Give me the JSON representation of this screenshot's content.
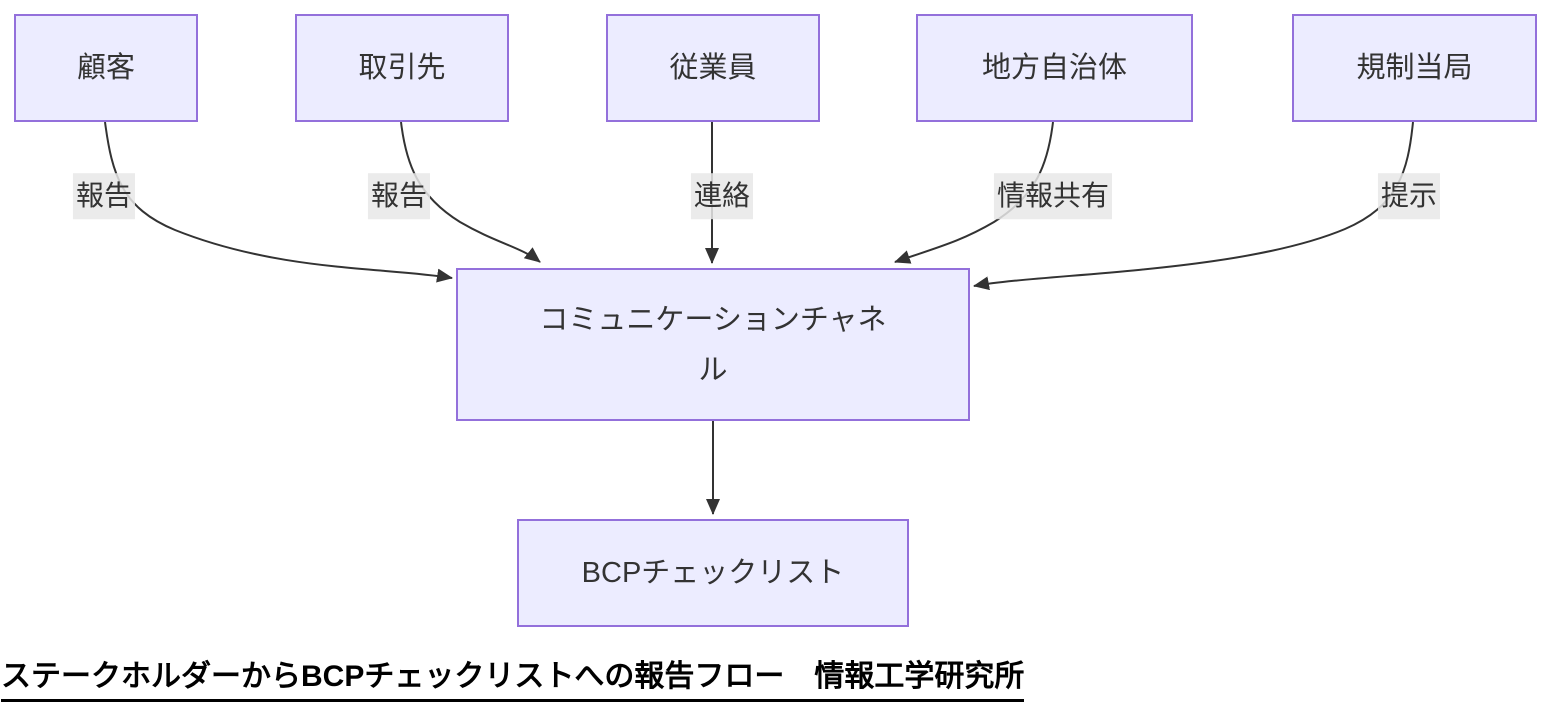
{
  "colors": {
    "background": "#ffffff",
    "node_fill": "#ECECFF",
    "node_border": "#9370DB",
    "edge_line": "#333333",
    "edge_label_background": "#e8e8e8",
    "node_text": "#333333",
    "caption_text": "#000000"
  },
  "nodes": {
    "customer": {
      "label": "顧客"
    },
    "supplier": {
      "label": "取引先"
    },
    "employee": {
      "label": "従業員"
    },
    "local_government": {
      "label": "地方自治体"
    },
    "regulator": {
      "label": "規制当局"
    },
    "channel": {
      "label": "コミュニケーションチャネル"
    },
    "bcp_checklist": {
      "label": "BCPチェックリスト"
    }
  },
  "edge_labels": {
    "customer": "報告",
    "supplier": "報告",
    "employee": "連絡",
    "local_government": "情報共有",
    "regulator": "提示"
  },
  "caption": {
    "text": "ステークホルダーからBCPチェックリストへの報告フロー　情報工学研究所"
  }
}
